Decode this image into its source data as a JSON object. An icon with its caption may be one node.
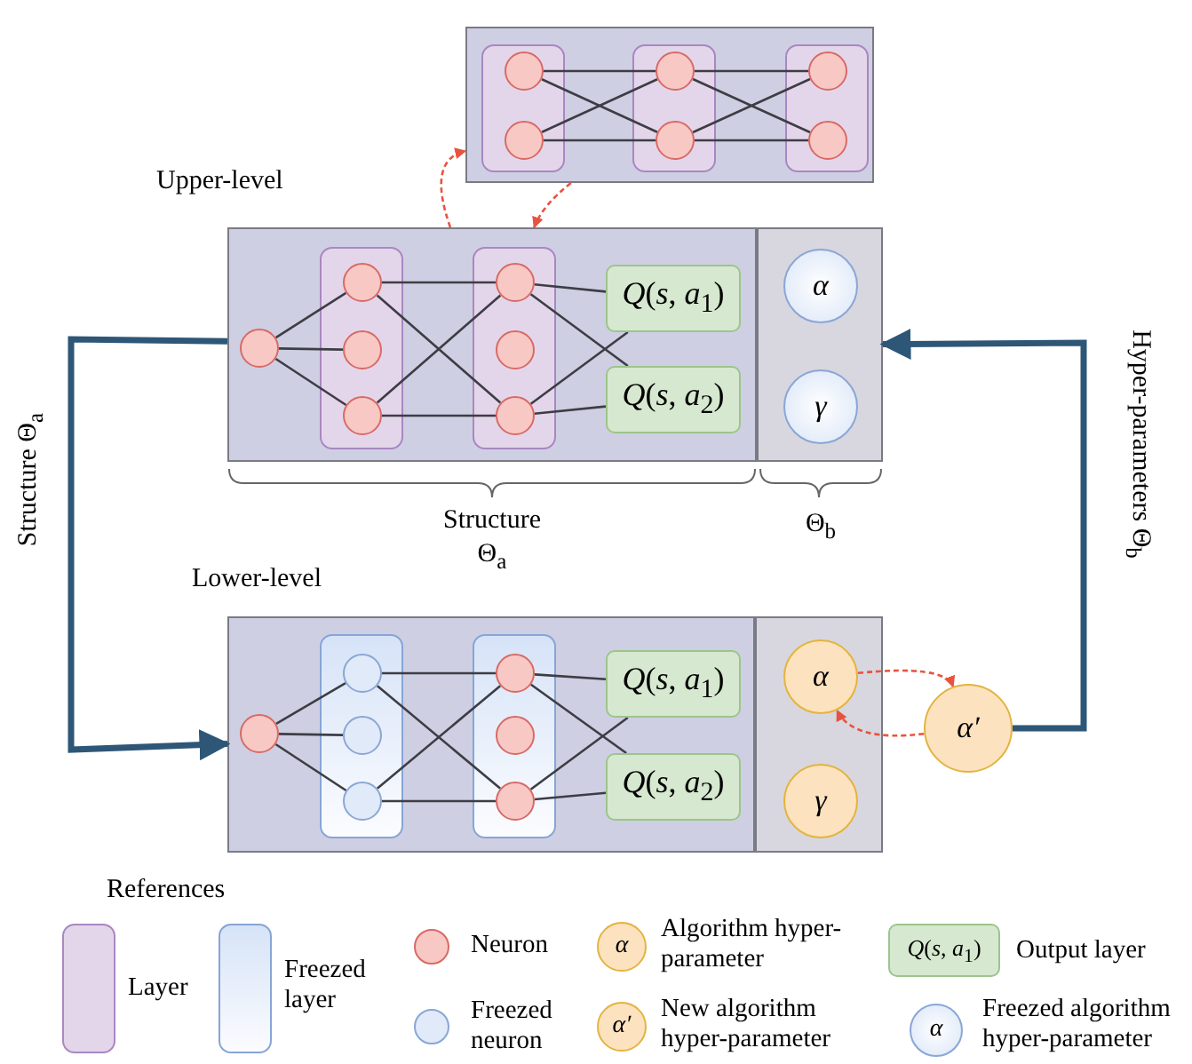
{
  "diagram": {
    "nodes": [
      {
        "text": [],
        "shape": "box"
      },
      {
        "text": [],
        "shape": "box",
        "in": 0
      },
      {
        "text": [],
        "shape": "circle",
        "in": 1
      },
      {
        "text": [],
        "shape": "circle",
        "in": 1
      },
      {
        "text": [],
        "shape": "box",
        "in": 0
      },
      {
        "text": [],
        "shape": "circle",
        "in": 4
      },
      {
        "text": [],
        "shape": "circle",
        "in": 4
      },
      {
        "text": [],
        "shape": "box",
        "in": 0
      },
      {
        "text": [],
        "shape": "circle",
        "in": 7
      },
      {
        "text": [],
        "shape": "circle",
        "in": 7
      },
      {
        "text": [
          "Upper-level"
        ]
      },
      {
        "text": [],
        "shape": "box",
        "in": 10
      },
      {
        "text": [],
        "shape": "circle",
        "in": 11
      },
      {
        "text": [],
        "shape": "box",
        "in": 11
      },
      {
        "text": [],
        "shape": "circle",
        "in": 13
      },
      {
        "text": [],
        "shape": "circle",
        "in": 13
      },
      {
        "text": [],
        "shape": "circle",
        "in": 13
      },
      {
        "text": [],
        "shape": "box",
        "in": 11
      },
      {
        "text": [],
        "shape": "circle",
        "in": 17
      },
      {
        "text": [],
        "shape": "circle",
        "in": 17
      },
      {
        "text": [],
        "shape": "circle",
        "in": 17
      },
      {
        "text": [
          "*Q*(*s*, *a*$_{1}$)"
        ],
        "in": 11
      },
      {
        "text": [
          "*Q*(*s*, *a*$_{2}$)"
        ],
        "in": 11
      },
      {
        "text": [],
        "shape": "box",
        "in": 10
      },
      {
        "text": [
          "α"
        ],
        "in": 23
      },
      {
        "text": [
          "γ"
        ],
        "in": 23
      },
      {
        "text": [
          "Lower-level"
        ]
      },
      {
        "text": [],
        "shape": "box",
        "in": 26
      },
      {
        "text": [],
        "shape": "circle",
        "in": 27
      },
      {
        "text": [],
        "shape": "box",
        "in": 27
      },
      {
        "text": [],
        "shape": "circle",
        "in": 29
      },
      {
        "text": [],
        "shape": "circle",
        "in": 29
      },
      {
        "text": [],
        "shape": "circle",
        "in": 29
      },
      {
        "text": [],
        "shape": "box",
        "in": 27
      },
      {
        "text": [],
        "shape": "circle",
        "in": 33
      },
      {
        "text": [],
        "shape": "circle",
        "in": 33
      },
      {
        "text": [],
        "shape": "circle",
        "in": 33
      },
      {
        "text": [
          "*Q*(*s*, *a*$_{1}$)"
        ],
        "in": 27
      },
      {
        "text": [
          "*Q*(*s*, *a*$_{2}$)"
        ],
        "in": 27
      },
      {
        "text": [],
        "shape": "box",
        "in": 26
      },
      {
        "text": [
          "α"
        ],
        "in": 39
      },
      {
        "text": [
          "γ"
        ],
        "in": 39
      },
      {
        "text": [
          "α′"
        ]
      }
    ],
    "edges": [
      {
        "from": 2,
        "to": 5,
        "arrow": "none"
      },
      {
        "from": 2,
        "to": 6,
        "arrow": "none"
      },
      {
        "from": 3,
        "to": 5,
        "arrow": "none"
      },
      {
        "from": 3,
        "to": 6,
        "arrow": "none"
      },
      {
        "from": 5,
        "to": 8,
        "arrow": "none"
      },
      {
        "from": 5,
        "to": 9,
        "arrow": "none"
      },
      {
        "from": 6,
        "to": 8,
        "arrow": "none"
      },
      {
        "from": 6,
        "to": 9,
        "arrow": "none"
      },
      {
        "from": 12,
        "to": 14,
        "arrow": "none"
      },
      {
        "from": 12,
        "to": 15,
        "arrow": "none"
      },
      {
        "from": 12,
        "to": 16,
        "arrow": "none"
      },
      {
        "from": 14,
        "to": 18,
        "arrow": "none"
      },
      {
        "from": 14,
        "to": 20,
        "arrow": "none"
      },
      {
        "from": 16,
        "to": 18,
        "arrow": "none"
      },
      {
        "from": 16,
        "to": 20,
        "arrow": "none"
      },
      {
        "from": 18,
        "to": 21,
        "arrow": "none"
      },
      {
        "from": 18,
        "to": 22,
        "arrow": "none"
      },
      {
        "from": 20,
        "to": 21,
        "arrow": "none"
      },
      {
        "from": 20,
        "to": 22,
        "arrow": "none"
      },
      {
        "from": 28,
        "to": 30,
        "arrow": "none"
      },
      {
        "from": 28,
        "to": 31,
        "arrow": "none"
      },
      {
        "from": 28,
        "to": 32,
        "arrow": "none"
      },
      {
        "from": 30,
        "to": 34,
        "arrow": "none"
      },
      {
        "from": 30,
        "to": 36,
        "arrow": "none"
      },
      {
        "from": 32,
        "to": 34,
        "arrow": "none"
      },
      {
        "from": 32,
        "to": 36,
        "arrow": "none"
      },
      {
        "from": 34,
        "to": 37,
        "arrow": "none"
      },
      {
        "from": 34,
        "to": 38,
        "arrow": "none"
      },
      {
        "from": 36,
        "to": 37,
        "arrow": "none"
      },
      {
        "from": 36,
        "to": 38,
        "arrow": "none"
      },
      {
        "from": 11,
        "to": 0,
        "arrow": "to",
        "style": "dashed",
        "color": "#e8533f"
      },
      {
        "from": 0,
        "to": 11,
        "arrow": "to",
        "style": "dashed",
        "color": "#e8533f"
      },
      {
        "from": 11,
        "to": 27,
        "arrow": "to",
        "label": "Structure Θ$_{a}$",
        "style": "thick",
        "color": "#2e5677"
      },
      {
        "from": 42,
        "to": 23,
        "arrow": "to",
        "label": "Hyper-parameters Θ$_{b}$",
        "style": "thick",
        "color": "#2e5677"
      },
      {
        "from": 40,
        "to": 42,
        "arrow": "to",
        "style": "dashed",
        "color": "#e8533f"
      },
      {
        "from": 42,
        "to": 40,
        "arrow": "to",
        "style": "dashed",
        "color": "#e8533f"
      }
    ],
    "labels": [
      "Structure Θ$_{a}$",
      "Θ$_{b}$",
      "References",
      "α",
      "α′",
      "*Q*(*s*, *a*$_{1}$)",
      "α"
    ],
    "legend": [
      {
        "text": "Layer"
      },
      {
        "text": "Freezed layer"
      },
      {
        "text": "Neuron"
      },
      {
        "text": "Freezed neuron"
      },
      {
        "text": "Algorithm hyper-parameter"
      },
      {
        "text": "New algorithm hyper-parameter"
      },
      {
        "text": "Output layer"
      },
      {
        "text": "Freezed algorithm hyper-parameter"
      }
    ]
  }
}
